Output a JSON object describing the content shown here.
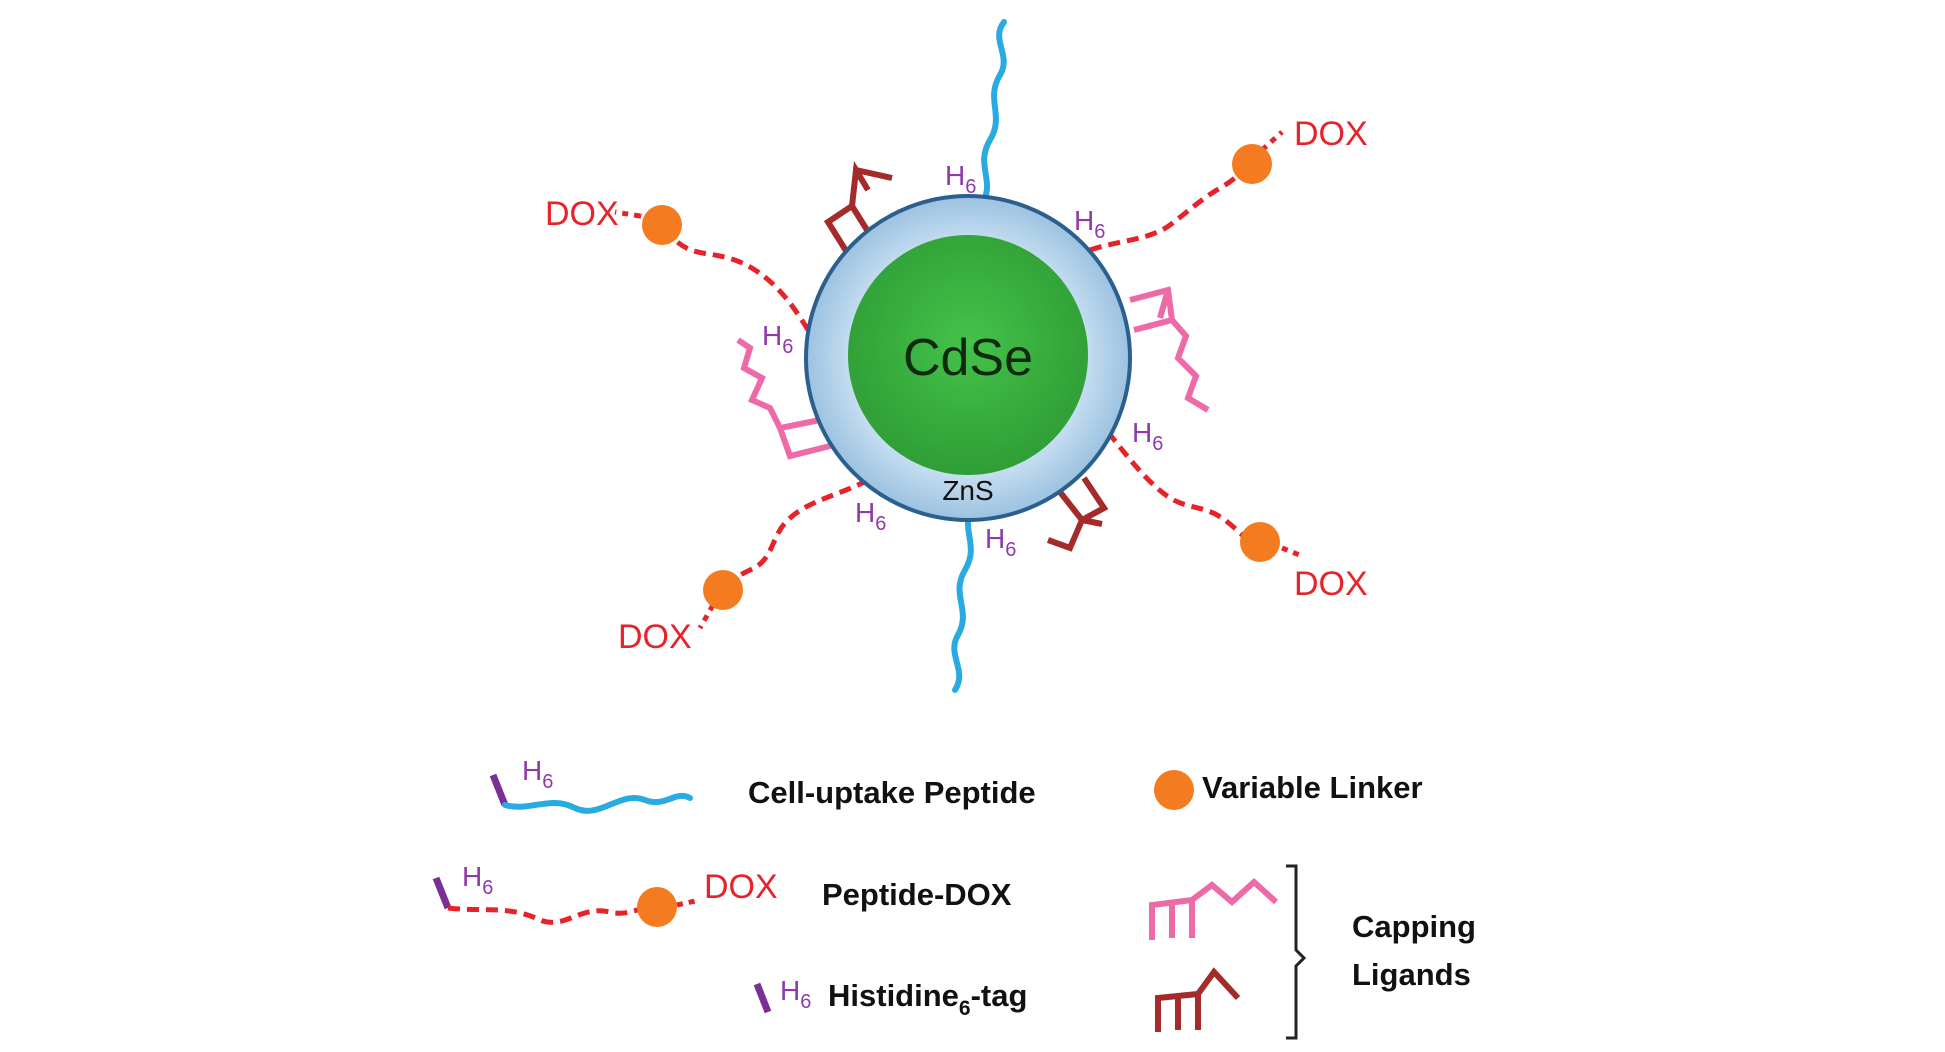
{
  "labels": {
    "core": "CdSe",
    "shell": "ZnS",
    "drug": "DOX",
    "tag_main": "H",
    "tag_sub": "6"
  },
  "legend": {
    "cell_uptake": "Cell-uptake Peptide",
    "peptide_dox": "Peptide-DOX",
    "histidine_main": "Histidine",
    "histidine_sub": "6",
    "histidine_suffix": "-tag",
    "variable_linker": "Variable Linker",
    "capping_line1": "Capping",
    "capping_line2": "Ligands"
  },
  "colors": {
    "core": "#3fb33f",
    "shell": "#b8d4ea",
    "shell_border": "#2b5f8e",
    "peptide": "#29abe2",
    "dox_chain": "#e8222a",
    "linker": "#f47b20",
    "tag": "#8e3aa9",
    "ligand_pink": "#ee6aa7",
    "ligand_dark": "#a52a2a"
  }
}
